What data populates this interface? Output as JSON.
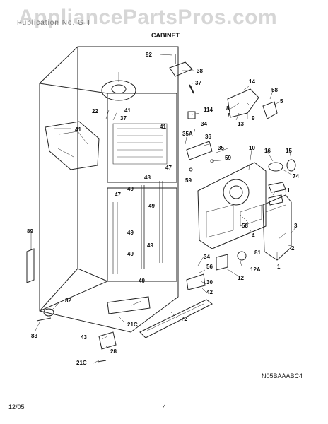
{
  "header": {
    "watermark": "AppliancePartsPros.com",
    "subtitle": "Publication No.  G   T",
    "section_title": "CABINET"
  },
  "callouts": [
    "92",
    "38",
    "37",
    "41",
    "22",
    "37",
    "41",
    "41",
    "114",
    "34",
    "36",
    "35A",
    "35",
    "14",
    "8",
    "58",
    "5",
    "8",
    "13",
    "9",
    "10",
    "16",
    "15",
    "74",
    "11",
    "59",
    "59",
    "47",
    "48",
    "49",
    "49",
    "49",
    "49",
    "49",
    "49",
    "47",
    "58",
    "4",
    "81",
    "3",
    "2",
    "1",
    "89",
    "34",
    "56",
    "12A",
    "12",
    "30",
    "42",
    "82",
    "83",
    "21C",
    "72",
    "43",
    "28",
    "21C"
  ],
  "footer": {
    "date": "12/05",
    "page": "4",
    "diagram_code": "N05BAAABC4"
  }
}
